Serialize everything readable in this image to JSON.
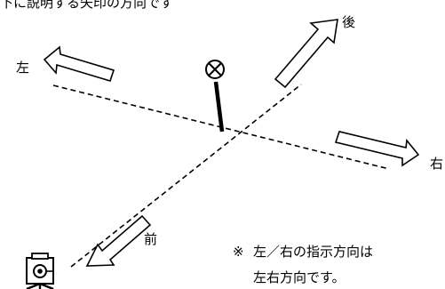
{
  "header": {
    "text": "下に説明する矢印の方向です"
  },
  "labels": {
    "left": "左",
    "back": "後",
    "right": "右",
    "front": "前"
  },
  "note": {
    "symbol": "※",
    "line1": "左／右の指示方向は",
    "line2": "左右方向です。"
  },
  "icons": {
    "target": "crossed-circle-target-icon",
    "instrument": "survey-instrument-tripod-icon"
  }
}
